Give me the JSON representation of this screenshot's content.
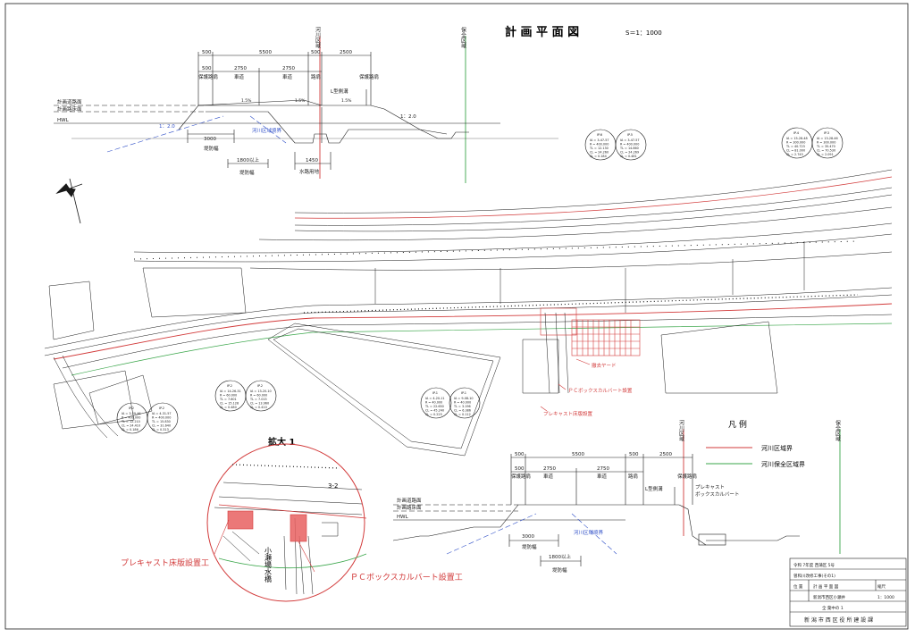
{
  "title": "計 画 平 面 図",
  "scale": "S＝1：1000",
  "boundary_labels": {
    "river_area_top": "河川区域",
    "conservation_top": "保全区域",
    "river_area_bottom": "河川区域",
    "conservation_bottom": "保全区域"
  },
  "section_top": {
    "dims_top": [
      "500",
      "5500",
      "500",
      "2500"
    ],
    "dims_mid": [
      "500",
      "2750",
      "2750"
    ],
    "lane_labels": [
      "保護路肩",
      "車道",
      "車道",
      "路肩",
      "保護路肩"
    ],
    "plan_road_surface": "計画道路面",
    "plan_roadbed": "計画路床面",
    "hwl": "HWL",
    "slope_left": "1：2.0",
    "slope_right": "1：2.0",
    "embankment_dim": "3000",
    "embankment_label": "堤防幅",
    "width_dim": "1800以上",
    "width_label": "堤防幅",
    "channel_dim": "1450",
    "channel_label": "水路用地",
    "note_existing": "L型側溝",
    "river_boundary_note": "河川区域境界",
    "grade1": "1.5%",
    "grade2": "1.5%",
    "grade3": "1.5%"
  },
  "ip_tables": [
    {
      "name": "IP.6",
      "lines": [
        "IA = 3-47-57",
        "R = 400.000",
        "TL = 12.130",
        "CL = 24.260",
        "SL = 0.184"
      ]
    },
    {
      "name": "IP.5",
      "lines": [
        "IA = 3-47-57",
        "R = 400.000",
        "TL = 14.860",
        "CL = 24.269",
        "SL = 0.481"
      ]
    },
    {
      "name": "IP.4",
      "lines": [
        "IA = 15-28-48",
        "R = 300.000",
        "TL = 40.723",
        "CL = 81.000",
        "SL = 2.745"
      ]
    },
    {
      "name": "IP.3",
      "lines": [
        "IA = 13-28-46",
        "R = 300.000",
        "TL = 35.470",
        "CL = 70.530",
        "SL = 2.091"
      ]
    },
    {
      "name": "IP.2",
      "lines": [
        "IA = 14-26-31",
        "R = 60.000",
        "TL = 7.601",
        "CL = 15.128",
        "SL = 0.480"
      ]
    },
    {
      "name": "IP.2",
      "lines": [
        "IA = 13-20-10",
        "R = 60.000",
        "TL = 7.015",
        "CL = 13.960",
        "SL = 0.410"
      ]
    },
    {
      "name": "IP.1",
      "lines": [
        "IA = 4-20-11",
        "R = 40.000",
        "TL = 22.650",
        "CL = 45.240",
        "SL = 0.225"
      ]
    },
    {
      "name": "IP.1",
      "lines": [
        "IA = 9-08-10",
        "R = 40.000",
        "TL = 3.196",
        "CL = 6.386",
        "SL = 0.112"
      ]
    },
    {
      "name": "IP.2",
      "lines": [
        "IA = 3-29-46",
        "R = 400.000",
        "TL = 12.210",
        "CL = 24.410",
        "SL = 0.186"
      ]
    },
    {
      "name": "IP.2",
      "lines": [
        "IA = 4-31-57",
        "R = 400.000",
        "TL = 15.830",
        "CL = 31.640",
        "SL = 0.313"
      ]
    }
  ],
  "plan_callouts": {
    "demolition": "撤去ヤード",
    "box_culvert": "ＰＣボックスカルバート設置",
    "precast_slab": "プレキャスト床版設置"
  },
  "enlarge": {
    "title": "拡大 1",
    "label_3_2": "3-2",
    "callout_precast": "プレキャスト床版設置工",
    "callout_box": "ＰＣボックスカルバート設置工",
    "bridge_name": "小瀬場水橋"
  },
  "legend": {
    "title": "凡 例",
    "items": [
      {
        "label": "河川区域界",
        "color": "#d23a3a"
      },
      {
        "label": "河川保全区域界",
        "color": "#3aa64a"
      }
    ]
  },
  "section_bottom": {
    "dims_top": [
      "500",
      "5500",
      "500",
      "2500"
    ],
    "dims_mid": [
      "500",
      "2750",
      "2750"
    ],
    "lane_labels": [
      "保護路肩",
      "車道",
      "車道",
      "路肩",
      "保護路肩"
    ],
    "plan_road_surface": "計画道路面",
    "plan_roadbed": "計画路床面",
    "hwl": "HWL",
    "embankment_dim": "3000",
    "embankment_label": "堤防幅",
    "width_dim": "1800以上",
    "width_label": "堤防幅",
    "note_precast": "プレキャスト",
    "note_curb": "ボックスカルバート",
    "note_existing": "L型側溝",
    "river_boundary_note": "河川区域境界"
  },
  "title_block": {
    "row1": "令和 7年度 西蒲区 5号",
    "row2": "曽和川改修工事(その1)",
    "row3": "計 画 平 面 図",
    "row4_left": "位 置",
    "row4_right": "新潟市西区小瀬井",
    "scale_label": "縮尺",
    "scale_value": "1：1000",
    "sheet": "全 葉中の 1",
    "office": "新 潟 市 西 区 役 所 建 設 課"
  },
  "colors": {
    "line": "#1a1a1a",
    "river": "#d23a3a",
    "conservation": "#3aa64a",
    "blue_dash": "#3050c8"
  }
}
